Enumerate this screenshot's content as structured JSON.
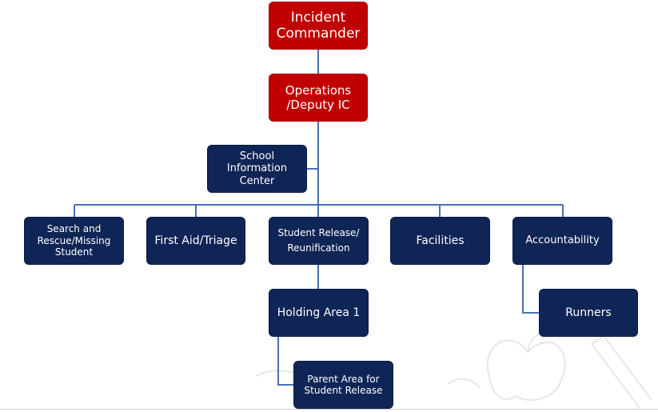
{
  "org_chart": {
    "incident_commander": "Incident Commander",
    "operations_deputy": "Operations /Deputy IC",
    "school_information_center": "School Information Center",
    "search_rescue": "Search and Rescue/Missing Student",
    "first_aid": "First Aid/Triage",
    "student_release": "Student Release/ Reunification",
    "facilities": "Facilities",
    "accountability": "Accountability",
    "holding_area": "Holding Area 1",
    "runners": "Runners",
    "parent_area": "Parent Area for Student Release"
  },
  "colors": {
    "command_box": "#c00000",
    "section_box": "#0f2556",
    "connector": "#4a6fb3"
  },
  "icons": {
    "watermark": "apple-pencil-watermark-icon"
  }
}
